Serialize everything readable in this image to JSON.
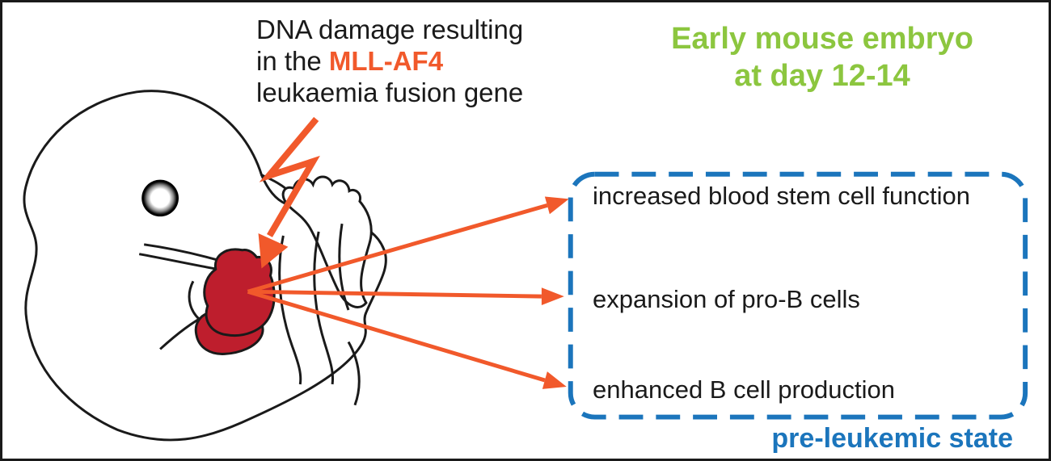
{
  "annotation": {
    "line1": "DNA damage resulting",
    "line2_prefix": "in the ",
    "gene": "MLL-AF4",
    "line3": "leukaemia fusion gene"
  },
  "embryo_label": {
    "line1": "Early mouse embryo",
    "line2": "at day 12-14"
  },
  "effects": {
    "items": [
      {
        "label": "increased blood stem cell function"
      },
      {
        "label": "expansion of pro-B cells"
      },
      {
        "label": "enhanced B cell production"
      }
    ],
    "caption": "pre-leukemic state"
  },
  "illustration": {
    "subject": "mouse embryo with fetal liver highlighted",
    "icons": {
      "lightning_arrow": "lightning-bolt-arrow",
      "effect_arrows": "straight-arrow",
      "eye": "embryo-eye",
      "liver": "fetal-liver"
    }
  },
  "colors": {
    "arrow_orange": "#F1592B",
    "gene_orange": "#F1592B",
    "stage_green": "#8CC63F",
    "box_blue": "#1B75BC",
    "liver_red": "#BE1E2D",
    "line_black": "#1A1A1A"
  }
}
